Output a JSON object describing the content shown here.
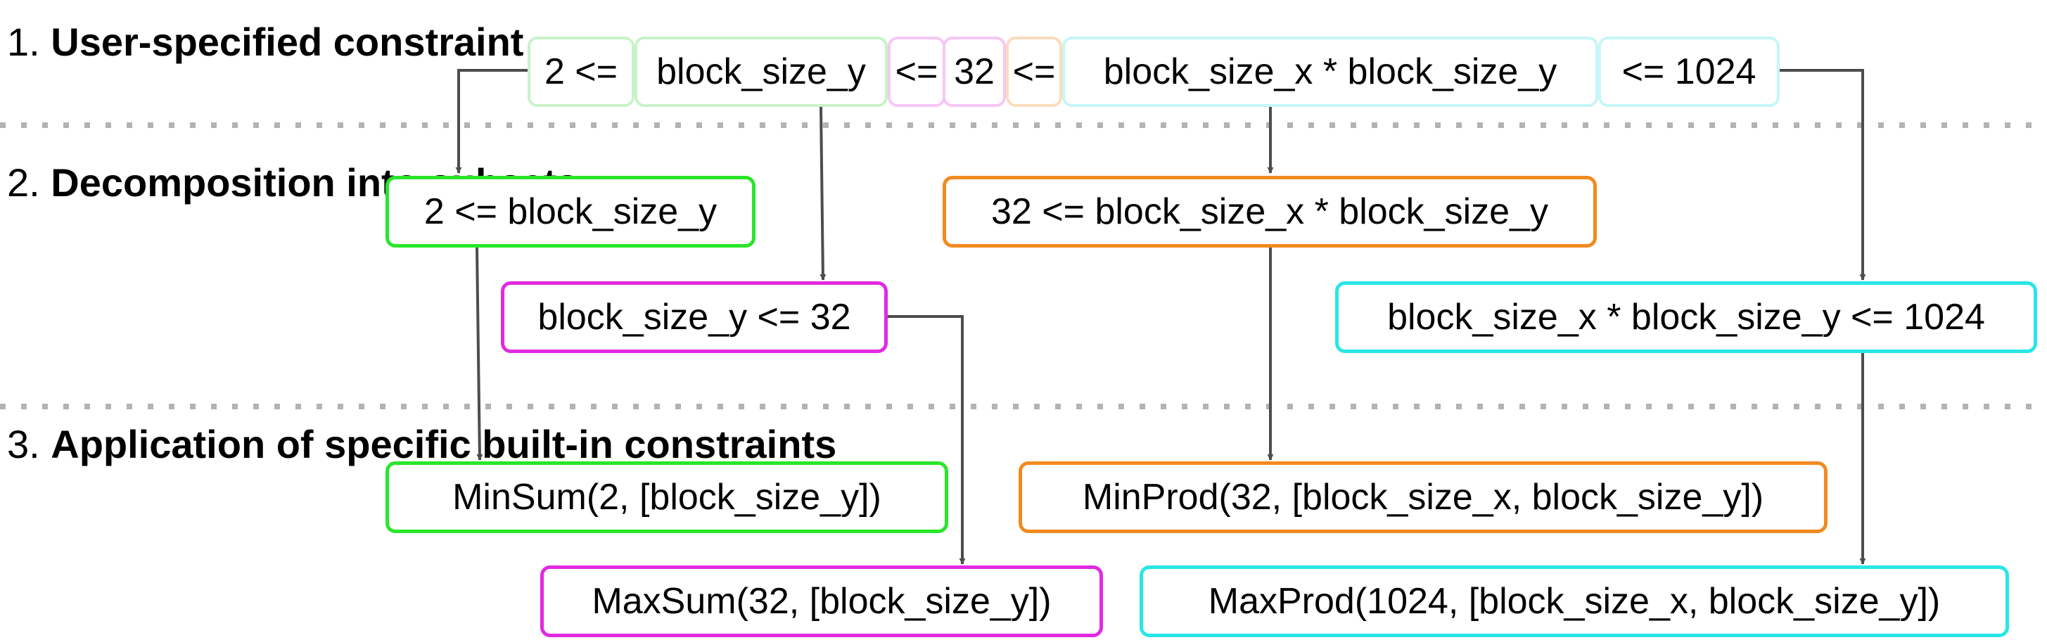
{
  "colors": {
    "green": "#29e629",
    "magenta": "#e229e2",
    "orange": "#f28a20",
    "cyan": "#29e6e6",
    "arrow": "#4d4d4d",
    "divider": "#b3b3b3"
  },
  "steps": [
    {
      "num": "1.",
      "title": "User-specified constraint"
    },
    {
      "num": "2.",
      "title": "Decomposition into subsets"
    },
    {
      "num": "3.",
      "title": "Application of specific built-in constraints"
    }
  ],
  "user_constraint": {
    "p1": "2 <=",
    "p2": "block_size_y",
    "p3": "<=",
    "p4": "32",
    "p5": "<=",
    "p6": "block_size_x * block_size_y",
    "p7": "<= 1024"
  },
  "subsets": {
    "green": "2 <= block_size_y",
    "magenta": "block_size_y <= 32",
    "orange": "32 <= block_size_x * block_size_y",
    "cyan": "block_size_x * block_size_y <= 1024"
  },
  "builtins": {
    "green": "MinSum(2, [block_size_y])",
    "magenta": "MaxSum(32, [block_size_y])",
    "orange": "MinProd(32, [block_size_x, block_size_y])",
    "cyan": "MaxProd(1024, [block_size_x, block_size_y])"
  }
}
